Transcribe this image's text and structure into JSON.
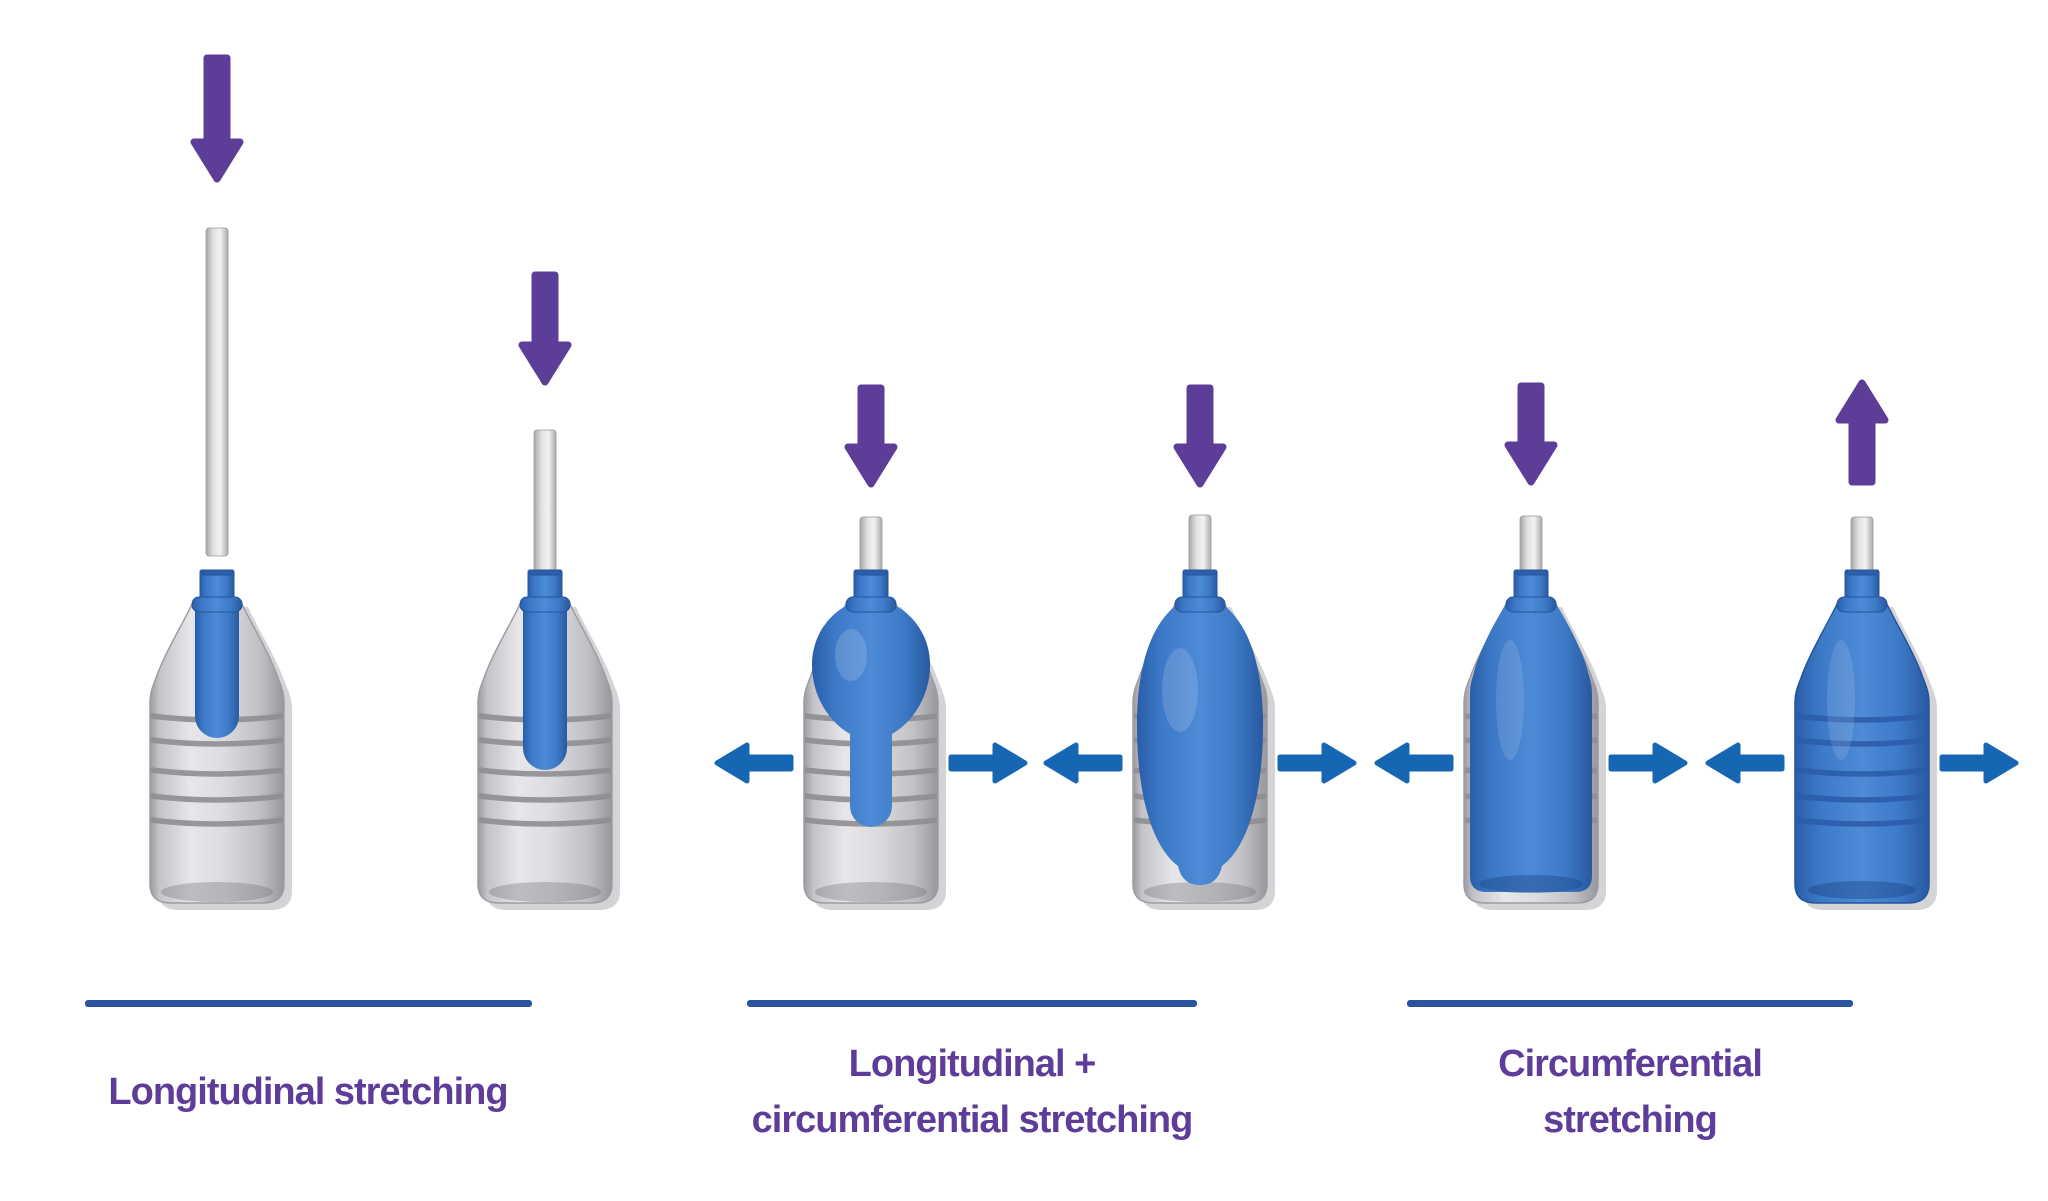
{
  "diagram": {
    "type": "process-diagram",
    "stages": [
      {
        "id": "longitudinal-stretching",
        "label_lines": [
          "Longitudinal stretching"
        ],
        "bottles": [
          {
            "illustration": "preform-in-mold-with-rod-above",
            "vertical_arrow": "down",
            "side_arrows": false
          },
          {
            "illustration": "preform-with-rod-inserted",
            "vertical_arrow": "down",
            "side_arrows": false
          }
        ]
      },
      {
        "id": "longitudinal-plus-circumferential-stretching",
        "label_lines": [
          "Longitudinal +",
          "circumferential stretching"
        ],
        "bottles": [
          {
            "illustration": "preform-bulb-expanding",
            "vertical_arrow": "down",
            "side_arrows": true
          },
          {
            "illustration": "preform-balloon-expanded",
            "vertical_arrow": "down",
            "side_arrows": true
          }
        ]
      },
      {
        "id": "circumferential-stretching",
        "label_lines": [
          "Circumferential",
          "stretching"
        ],
        "bottles": [
          {
            "illustration": "bottle-nearly-formed",
            "vertical_arrow": "down",
            "side_arrows": true
          },
          {
            "illustration": "bottle-fully-formed",
            "vertical_arrow": "up",
            "side_arrows": true
          }
        ]
      }
    ],
    "colors": {
      "vertical_arrow_purple": "#5c3d98",
      "side_arrow_blue": "#1766b3",
      "preform_blue": "#4e8bd6",
      "mold_gray": "#d9d9dc",
      "divider_navy": "#2a54a0",
      "label_purple": "#5e3d9a"
    }
  }
}
